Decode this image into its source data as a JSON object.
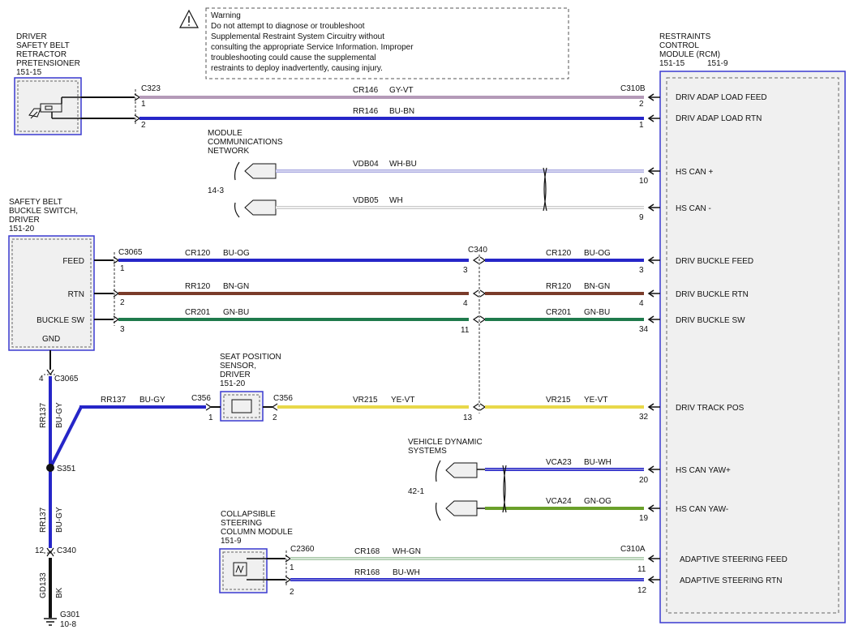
{
  "warning": {
    "lines": [
      "Warning",
      "Do not attempt to diagnose or troubleshoot",
      "Supplemental Restraint System Circuitry without",
      "consulting the appropriate Service Information. Improper",
      "troubleshooting could cause the supplemental",
      "restraints to deploy inadvertently, causing injury."
    ]
  },
  "components": {
    "pretensioner": {
      "lines": [
        "DRIVER",
        "SAFETY BELT",
        "RETRACTOR",
        "PRETENSIONER",
        "151-15"
      ]
    },
    "buckle_switch": {
      "lines": [
        "SAFETY BELT",
        "BUCKLE SWITCH,",
        "DRIVER",
        "151-20"
      ],
      "pins": [
        "FEED",
        "RTN",
        "BUCKLE SW",
        "GND"
      ]
    },
    "rcm": {
      "lines": [
        "RESTRAINTS",
        "CONTROL",
        "MODULE (RCM)"
      ],
      "refs": [
        "151-15",
        "151-9"
      ]
    },
    "mcn": {
      "lines": [
        "MODULE",
        "COMMUNICATIONS",
        "NETWORK"
      ],
      "ref": "14-3"
    },
    "seat_sensor": {
      "lines": [
        "SEAT POSITION",
        "SENSOR,",
        "DRIVER",
        "151-20"
      ]
    },
    "vds": {
      "lines": [
        "VEHICLE DYNAMIC",
        "SYSTEMS"
      ],
      "ref": "42-1"
    },
    "steering": {
      "lines": [
        "COLLAPSIBLE",
        "STEERING",
        "COLUMN MODULE",
        "151-9"
      ]
    }
  },
  "connectors": {
    "c323": "C323",
    "c310b": "C310B",
    "c3065": "C3065",
    "c340": "C340",
    "c356": "C356",
    "c2360": "C2360",
    "c310a": "C310A",
    "s351": "S351",
    "g301": "G301",
    "g301_ref": "10-8"
  },
  "pins": {
    "c323_1": "1",
    "c323_2": "2",
    "c310b_2": "2",
    "c310b_1": "1",
    "rcm_10": "10",
    "rcm_9": "9",
    "rcm_3": "3",
    "rcm_4": "4",
    "rcm_34": "34",
    "rcm_32": "32",
    "rcm_20": "20",
    "rcm_19": "19",
    "rcm_11": "11",
    "rcm_12": "12",
    "c3065_1": "1",
    "c3065_2": "2",
    "c3065_3": "3",
    "c3065_4": "4",
    "c340_3": "3",
    "c340_4": "4",
    "c340_11": "11",
    "c340_13": "13",
    "c340_12": "12",
    "c356_1": "1",
    "c356_2": "2",
    "c2360_1": "1",
    "c2360_2": "2"
  },
  "rcm_pins": [
    "DRIV ADAP LOAD FEED",
    "DRIV ADAP LOAD RTN",
    "HS CAN +",
    "HS CAN -",
    "DRIV BUCKLE FEED",
    "DRIV BUCKLE RTN",
    "DRIV BUCKLE SW",
    "DRIV TRACK POS",
    "HS CAN YAW+",
    "HS CAN YAW-",
    "ADAPTIVE STEERING FEED",
    "ADAPTIVE STEERING RTN"
  ],
  "circuits": {
    "cr146": {
      "id": "CR146",
      "color": "GY-VT"
    },
    "rr146": {
      "id": "RR146",
      "color": "BU-BN"
    },
    "vdb04": {
      "id": "VDB04",
      "color": "WH-BU"
    },
    "vdb05": {
      "id": "VDB05",
      "color": "WH"
    },
    "cr120": {
      "id": "CR120",
      "color": "BU-OG"
    },
    "rr120": {
      "id": "RR120",
      "color": "BN-GN"
    },
    "cr201": {
      "id": "CR201",
      "color": "GN-BU"
    },
    "rr137": {
      "id": "RR137",
      "color": "BU-GY"
    },
    "vr215": {
      "id": "VR215",
      "color": "YE-VT"
    },
    "vca23": {
      "id": "VCA23",
      "color": "BU-WH"
    },
    "vca24": {
      "id": "VCA24",
      "color": "GN-OG"
    },
    "cr168": {
      "id": "CR168",
      "color": "WH-GN"
    },
    "rr168": {
      "id": "RR168",
      "color": "BU-WH"
    },
    "gd133": {
      "id": "GD133",
      "color": "BK"
    }
  },
  "wire_colors": {
    "gray_violet": "#b49ab8",
    "blue": "#2626c8",
    "brown": "#7a3b2a",
    "green": "#1f7a4c",
    "yellow": "#e8d84a",
    "yellow_green": "#6aa02a",
    "pale_green": "#a8c8a8",
    "pale_blue": "#a8a8e0",
    "black": "#111111",
    "box_blue": "#3a3ad0",
    "box_fill": "#f0f0f0"
  }
}
